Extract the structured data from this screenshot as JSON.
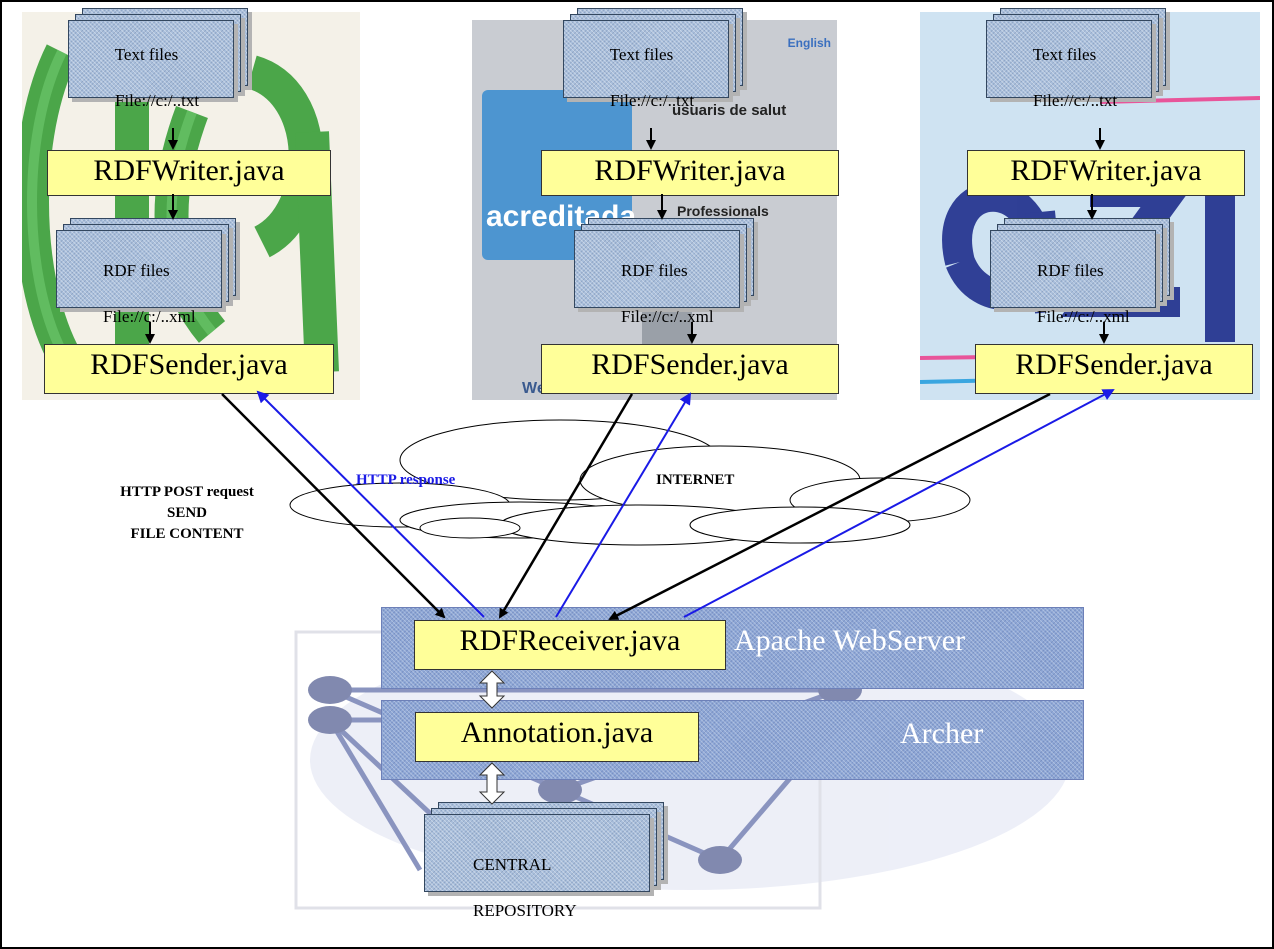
{
  "sites": [
    {
      "logo": "green stylized letters logo",
      "text_files": {
        "line1": "Text files",
        "line2": "File://c:/..txt"
      },
      "writer": "RDFWriter.java",
      "rdf_files": {
        "line1": "RDF files",
        "line2": "File://c:/..xml"
      },
      "sender": "RDFSender.java"
    },
    {
      "logo": "web medica acreditada website screenshot",
      "bg_text": {
        "top": "English",
        "mid1": "usuaris de salut",
        "mid2": "Professionals",
        "brand": "acreditada",
        "bottom": "Web Medica Acreditada"
      },
      "text_files": {
        "line1": "Text files",
        "line2": "File://c:/..txt"
      },
      "writer": "RDFWriter.java",
      "rdf_files": {
        "line1": "RDF files",
        "line2": "File://c:/..xml"
      },
      "sender": "RDFSender.java"
    },
    {
      "logo": "blue stylized letters logo",
      "text_files": {
        "line1": "Text files",
        "line2": "File://c:/..txt"
      },
      "writer": "RDFWriter.java",
      "rdf_files": {
        "line1": "RDF files",
        "line2": "File://c:/..xml"
      },
      "sender": "RDFSender.java"
    }
  ],
  "labels": {
    "post_request": "HTTP POST request\nSEND\nFILE CONTENT",
    "response": "HTTP response",
    "internet": "INTERNET"
  },
  "server": {
    "webserver_label": "Apache WebServer",
    "receiver": "RDFReceiver.java",
    "archer_label": "Archer",
    "annotation": "Annotation.java",
    "repository": {
      "line1": "CENTRAL",
      "line2": "REPOSITORY"
    }
  },
  "colors": {
    "request_arrow": "#000000",
    "response_arrow": "#1a1ae6",
    "java_box": "#ffff99",
    "band": "#8ea7d6"
  }
}
